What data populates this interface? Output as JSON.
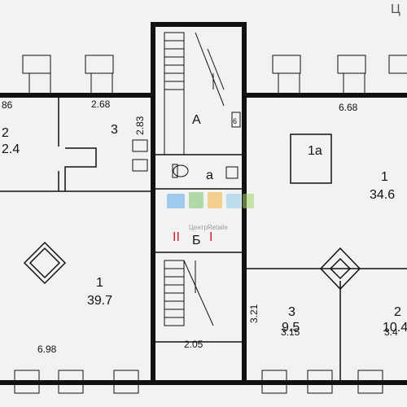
{
  "dims": {
    "left_room_width": "86",
    "room3_width": "2.68",
    "room3_height": "2.83",
    "right_room_width": "6.68",
    "room6": "6",
    "room_right3_height": "3.21",
    "room_right3_width": "3.15",
    "room_right2_width": "3.4",
    "left_room1_width": "6.98",
    "stair_width": "2.05"
  },
  "rooms": {
    "left2_number": "2",
    "left2_area": "2.4",
    "left3_number": "3",
    "left1_number": "1",
    "left1_area": "39.7",
    "a_upper": "А",
    "a_lower": "а",
    "b_upper": "Б",
    "b_marks": "II",
    "b_mark_right": "I",
    "right1a_number": "1а",
    "right1_number": "1",
    "right1_area": "34.6",
    "right3_number": "3",
    "right3_area": "9.5",
    "right2_number": "2",
    "right2_area": "10.4"
  },
  "corner_text": "Ц",
  "watermark": {
    "text": "ЦентрRetaile",
    "colors": [
      "#5aa9e6",
      "#7cc36b",
      "#f2b23a",
      "#8fc9e8",
      "#a6d36b"
    ]
  }
}
